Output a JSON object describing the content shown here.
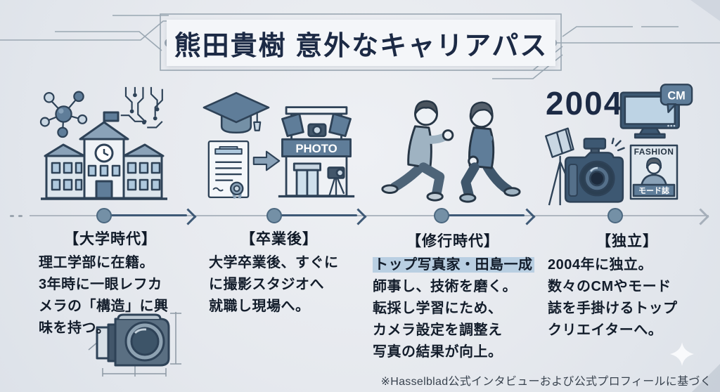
{
  "title": "熊田貴樹 意外なキャリアパス",
  "colors": {
    "background": "#e6e9ee",
    "title_text": "#1c2a45",
    "body_text": "#131d2b",
    "timeline_dark": "#3e5976",
    "timeline_light": "#aeb6c0",
    "node_fill": "#7490a6",
    "highlight": "#b9cfe2",
    "icon_blue": "#5f7d99",
    "icon_light": "#c9d7e3",
    "icon_outline": "#2e4257"
  },
  "stages": [
    {
      "heading": "【大学時代】",
      "lines": [
        "理工学部に在籍。",
        "3年時に一眼レフカ",
        "メラの「構造」に興",
        "味を持つ。"
      ],
      "icons": [
        "molecule-icon",
        "circuit-icon",
        "school-building-icon",
        "camera-blueprint-icon"
      ]
    },
    {
      "heading": "【卒業後】",
      "lines": [
        "大学卒業後、すぐに",
        "に撮影スタジオへ",
        "就職し現場へ。"
      ],
      "studio_sign": "PHOTO",
      "icons": [
        "graduation-cap-icon",
        "diploma-icon",
        "arrow-right-icon",
        "photo-studio-icon"
      ]
    },
    {
      "heading": "【修行時代】",
      "highlight_line": "トップ写真家・田島一成",
      "lines": [
        "師事し、技術を磨く。",
        "転採し学習にため、",
        "カメラ設定を調整え",
        "写真の結果が向上。"
      ],
      "icons": [
        "mentor-apprentice-icon"
      ]
    },
    {
      "heading": "【独立】",
      "year": "2004",
      "tv_badge": "CM",
      "magazine_title": "FASHION",
      "magazine_label": "モード誌",
      "lines": [
        "2004年に独立。",
        "数々のCMやモード",
        "誌を手掛けるトップ",
        "クリエイターへ。"
      ],
      "icons": [
        "tv-cm-icon",
        "studio-light-icon",
        "dslr-camera-icon",
        "fashion-magazine-icon"
      ]
    }
  ],
  "footnote": "※Hasselblad公式インタビューおよび公式プロフィールに基づく"
}
